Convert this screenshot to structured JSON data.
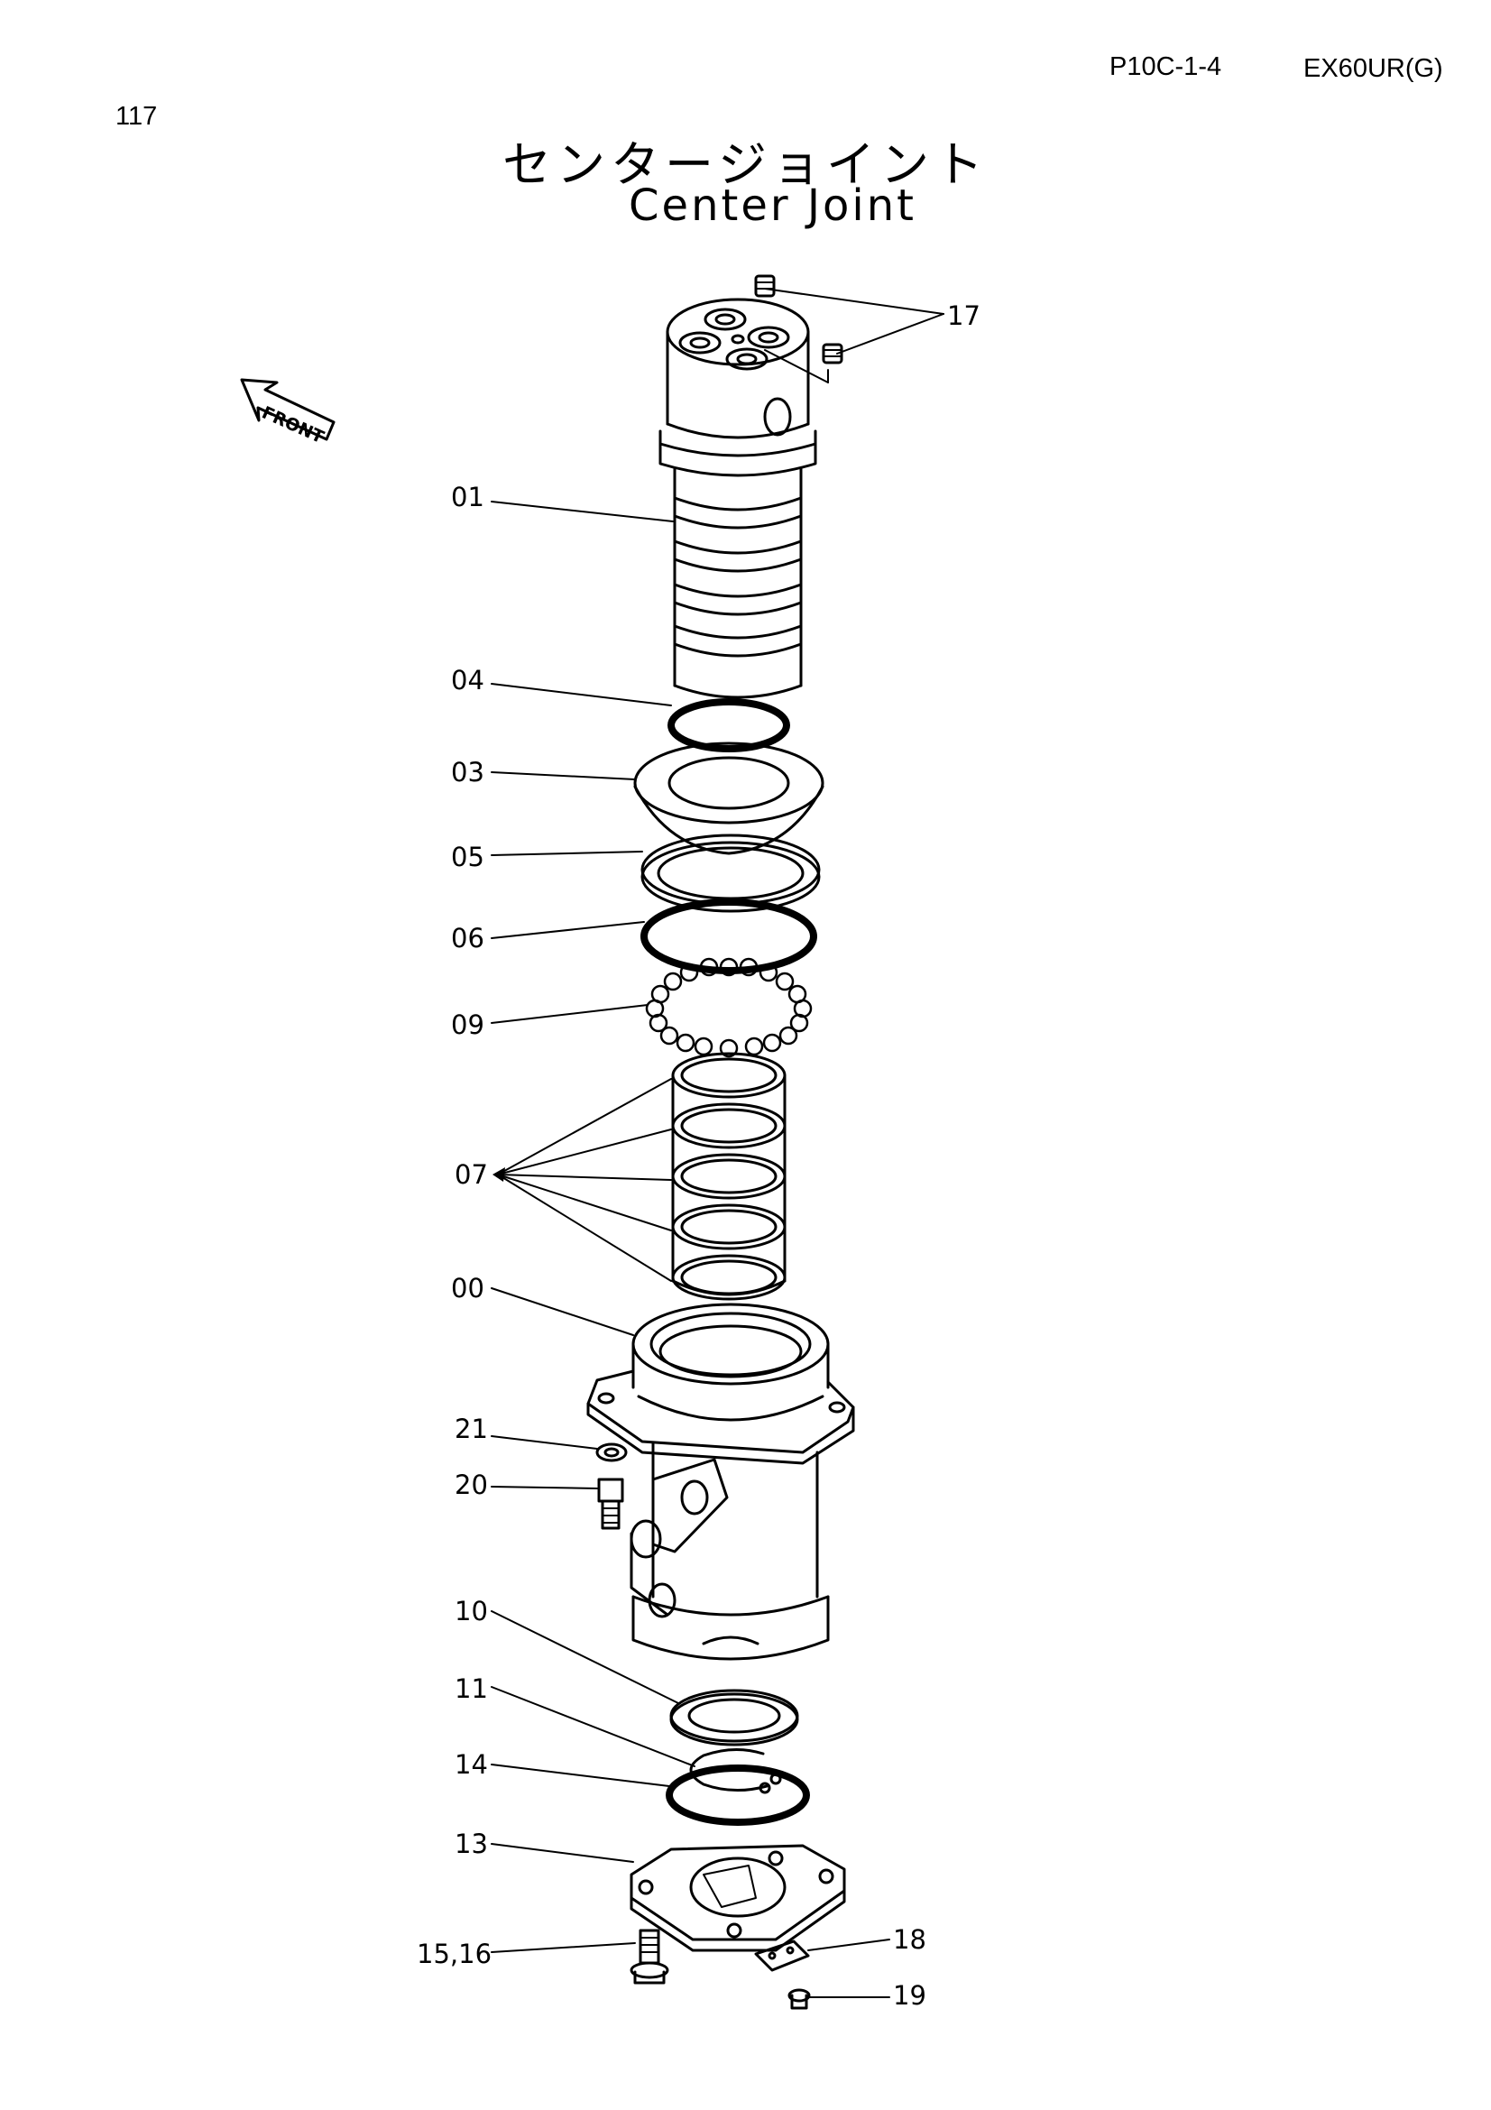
{
  "header": {
    "page_number": "117",
    "section_code": "P10C-1-4",
    "model_code": "EX60UR(G)"
  },
  "title": {
    "japanese": "センタージョイント",
    "english": "Center  Joint"
  },
  "front_indicator": "FRONT",
  "callouts": {
    "c00": "00",
    "c01": "01",
    "c03": "03",
    "c04": "04",
    "c05": "05",
    "c06": "06",
    "c07": "07",
    "c09": "09",
    "c10": "10",
    "c11": "11",
    "c13": "13",
    "c14": "14",
    "c1516": "15,16",
    "c17": "17",
    "c18": "18",
    "c19": "19",
    "c20": "20",
    "c21": "21"
  }
}
